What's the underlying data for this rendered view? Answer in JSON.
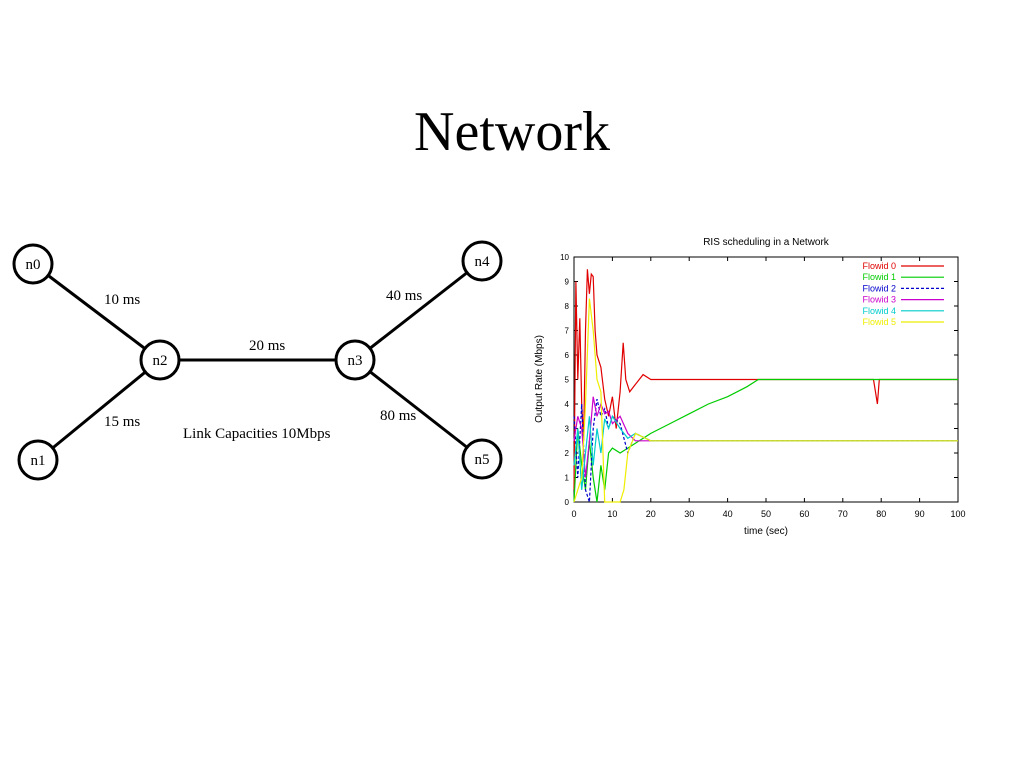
{
  "slide": {
    "title": "Network"
  },
  "topology": {
    "nodes": [
      {
        "id": "n0",
        "label": "n0"
      },
      {
        "id": "n1",
        "label": "n1"
      },
      {
        "id": "n2",
        "label": "n2"
      },
      {
        "id": "n3",
        "label": "n3"
      },
      {
        "id": "n4",
        "label": "n4"
      },
      {
        "id": "n5",
        "label": "n5"
      }
    ],
    "links": [
      {
        "from": "n0",
        "to": "n2",
        "delay": "10 ms"
      },
      {
        "from": "n1",
        "to": "n2",
        "delay": "15 ms"
      },
      {
        "from": "n2",
        "to": "n3",
        "delay": "20 ms"
      },
      {
        "from": "n3",
        "to": "n4",
        "delay": "40 ms"
      },
      {
        "from": "n3",
        "to": "n5",
        "delay": "80 ms"
      }
    ],
    "caption": "Link Capacities 10Mbps"
  },
  "chart_data": {
    "type": "line",
    "title": "RIS scheduling in a Network",
    "xlabel": "time (sec)",
    "ylabel": "Output Rate (Mbps)",
    "xlim": [
      0,
      100
    ],
    "ylim": [
      0,
      10
    ],
    "xticks": [
      0,
      10,
      20,
      30,
      40,
      50,
      60,
      70,
      80,
      90,
      100
    ],
    "yticks": [
      0,
      1,
      2,
      3,
      4,
      5,
      6,
      7,
      8,
      9,
      10
    ],
    "legend_position": "top-right",
    "series": [
      {
        "name": "Flowid 0",
        "color": "#e00000",
        "dash": "solid",
        "x": [
          0,
          0.5,
          1,
          1.5,
          2,
          2.5,
          3,
          3.5,
          4,
          4.5,
          5,
          5.5,
          6,
          7,
          8,
          9,
          10,
          11,
          12,
          12.8,
          13.5,
          14.5,
          16,
          18,
          20,
          25,
          30,
          40,
          50,
          60,
          70,
          78,
          79,
          79.5,
          80,
          85,
          90,
          100
        ],
        "y": [
          0.5,
          9,
          5,
          7.5,
          4,
          2.5,
          7,
          9.5,
          8.5,
          9.3,
          9.2,
          7,
          6,
          5.5,
          4.2,
          3.5,
          4.3,
          3,
          4.5,
          6.5,
          5,
          4.5,
          4.8,
          5.2,
          5,
          5,
          5,
          5,
          5,
          5,
          5,
          5,
          4,
          5,
          5,
          5,
          5,
          5
        ]
      },
      {
        "name": "Flowid 1",
        "color": "#00cc00",
        "dash": "solid",
        "x": [
          0,
          1,
          2,
          3,
          4,
          5,
          6,
          7,
          8,
          9,
          10,
          12,
          14,
          16,
          20,
          25,
          30,
          35,
          40,
          45,
          48,
          50,
          60,
          70,
          80,
          90,
          100
        ],
        "y": [
          0,
          3,
          1.5,
          0.5,
          2.5,
          1,
          0,
          1.5,
          0.5,
          2,
          2.2,
          2,
          2.2,
          2.4,
          2.8,
          3.2,
          3.6,
          4,
          4.3,
          4.7,
          5,
          5,
          5,
          5,
          5,
          5,
          5
        ]
      },
      {
        "name": "Flowid 2",
        "color": "#0000cc",
        "dash": "dashed",
        "x": [
          0,
          1,
          2,
          3,
          4,
          5,
          6,
          7,
          8,
          9,
          10,
          12,
          14,
          16,
          20,
          30,
          50,
          80,
          100
        ],
        "y": [
          3.5,
          1,
          4,
          0.5,
          0,
          3,
          4.2,
          3.5,
          3.8,
          3,
          3.5,
          3.2,
          2,
          2.8,
          2.5,
          2.5,
          2.5,
          2.5,
          2.5
        ]
      },
      {
        "name": "Flowid 3",
        "color": "#cc00cc",
        "dash": "solid",
        "x": [
          0,
          1,
          2,
          3,
          4,
          5,
          6,
          7,
          8,
          9,
          10,
          12,
          14,
          16,
          20,
          30,
          50,
          80,
          100
        ],
        "y": [
          2.5,
          3.5,
          3,
          1,
          2.5,
          4.3,
          3.5,
          4,
          3.6,
          3.7,
          3.2,
          3.5,
          2.8,
          2.5,
          2.5,
          2.5,
          2.5,
          2.5,
          2.5
        ]
      },
      {
        "name": "Flowid 4",
        "color": "#00cccc",
        "dash": "solid",
        "x": [
          0,
          1,
          2,
          3,
          4,
          5,
          6,
          7,
          8,
          9,
          10,
          12,
          14,
          16,
          20,
          30,
          50,
          80,
          100
        ],
        "y": [
          1.5,
          3,
          0.5,
          2,
          3.5,
          1.5,
          3,
          2,
          3.4,
          3,
          3.5,
          3,
          2.6,
          2.8,
          2.5,
          2.5,
          2.5,
          2.5,
          2.5
        ]
      },
      {
        "name": "Flowid 5",
        "color": "#eeee00",
        "dash": "solid",
        "x": [
          0,
          1,
          2,
          3,
          4,
          5,
          6,
          7,
          8,
          9,
          10,
          11,
          12,
          13,
          14,
          16,
          20,
          30,
          50,
          80,
          100
        ],
        "y": [
          0,
          0.5,
          1,
          4,
          8.3,
          7,
          5,
          4.5,
          0,
          0,
          0,
          0,
          0,
          0.5,
          2,
          2.8,
          2.5,
          2.5,
          2.5,
          2.5,
          2.5
        ]
      }
    ]
  }
}
